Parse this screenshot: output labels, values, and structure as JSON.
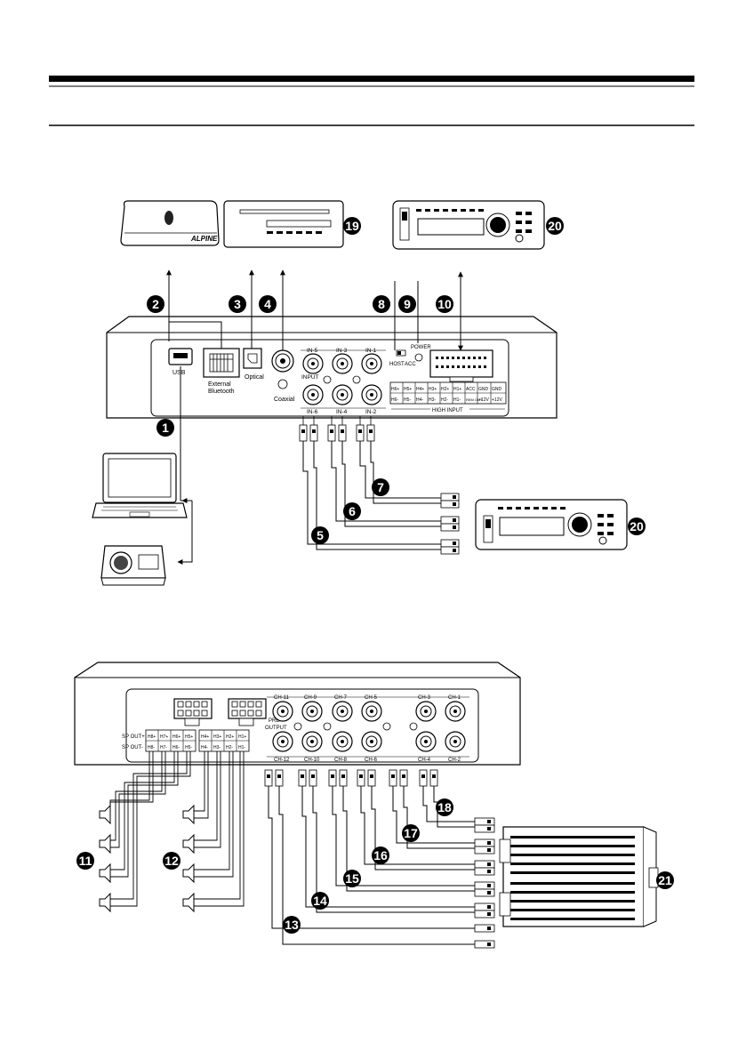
{
  "brand": "ALPINE",
  "upper_unit": {
    "ports": {
      "usb": "USB",
      "bluetooth_line1": "External",
      "bluetooth_line2": "Bluetooth",
      "optical": "Optical",
      "coaxial": "Coaxial",
      "input": "INPUT",
      "host": "HOST",
      "acc": "ACC",
      "power": "POWER",
      "high_input": "HIGH INPUT"
    },
    "rca_top": [
      "IN-5",
      "IN-3",
      "IN-1"
    ],
    "rca_bottom": [
      "IN-6",
      "IN-4",
      "IN-2"
    ],
    "high_top": [
      "H6+",
      "H5+",
      "H4+",
      "H3+",
      "H2+",
      "H1+",
      "ACC",
      "GND",
      "GND"
    ],
    "high_bottom": [
      "H6-",
      "H5-",
      "H4-",
      "H3-",
      "H2-",
      "H1-",
      "REM OUT",
      "+12V",
      "+12V"
    ]
  },
  "lower_unit": {
    "pre_output_line1": "PRE",
    "pre_output_line2": "OUTPUT",
    "sp_out_plus": "SP OUT+",
    "sp_out_minus": "SP OUT-",
    "ch_top": [
      "CH-11",
      "CH-9",
      "CH-7",
      "CH-5",
      "CH-3",
      "CH-1"
    ],
    "ch_bottom": [
      "CH-12",
      "CH-10",
      "CH-8",
      "CH-6",
      "CH-4",
      "CH-2"
    ],
    "sp_left_plus": [
      "H8+",
      "H7+",
      "H6+",
      "H5+"
    ],
    "sp_left_minus": [
      "H8-",
      "H7-",
      "H6-",
      "H5-"
    ],
    "sp_right_plus": [
      "H4+",
      "H3+",
      "H2+",
      "H1+"
    ],
    "sp_right_minus": [
      "H4-",
      "H3-",
      "H2-",
      "H1-"
    ]
  },
  "callouts": {
    "c1": "1",
    "c2": "2",
    "c3": "3",
    "c4": "4",
    "c5": "5",
    "c6": "6",
    "c7": "7",
    "c8": "8",
    "c9": "9",
    "c10": "10",
    "c11": "11",
    "c12": "12",
    "c13": "13",
    "c14": "14",
    "c15": "15",
    "c16": "16",
    "c17": "17",
    "c18": "18",
    "c19": "19",
    "c20a": "20",
    "c20b": "20",
    "c21": "21"
  }
}
